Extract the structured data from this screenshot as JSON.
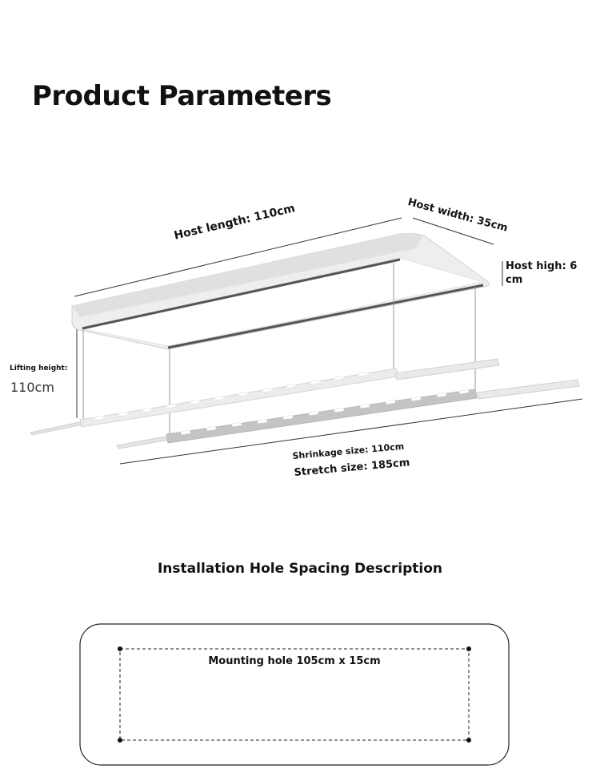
{
  "page": {
    "title": "Product Parameters",
    "section_title": "Installation Hole Spacing Description"
  },
  "dimensions": {
    "host_length": "Host length: 110cm",
    "host_width": "Host width: 35cm",
    "host_high": "Host high: 6 cm",
    "lifting_height_label": "Lifting height:",
    "lifting_height_value": "110cm",
    "shrinkage_size": "Shrinkage size: 110cm",
    "stretch_size": "Stretch size: 185cm"
  },
  "mounting": {
    "description": "Mounting hole 105cm x 15cm"
  },
  "colors": {
    "text": "#111111",
    "host_body": "#f2f2f2",
    "host_shadow": "#dcdcdc",
    "rail_dark": "#555555",
    "bar_light": "#e8e8e8",
    "bar_mid": "#bdbdbd"
  }
}
